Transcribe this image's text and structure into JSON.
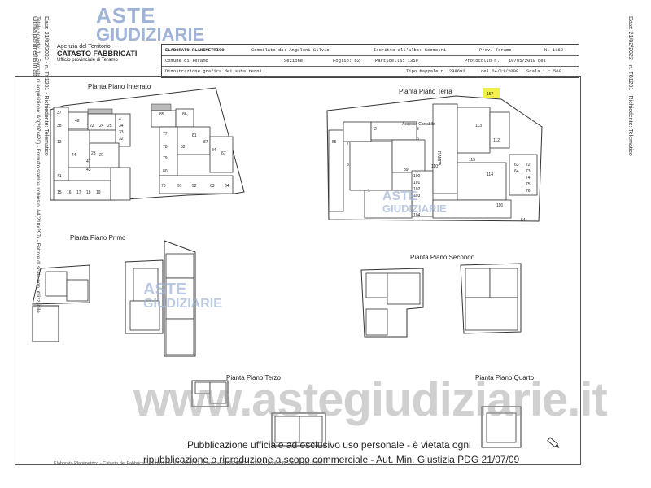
{
  "left_margin": {
    "line1": "Ultima planimetria in atti",
    "line2": "Data: 21/02/2022 - n. T81201 - Richiedente: Telematico",
    "line3": "Totale schede: 1 - Formato di acquisizione: A3(297x420) - Formato stampa richiesto: A4(210x297) - Fattore di scala non utilizzabile"
  },
  "right_margin": {
    "line1": "Data: 21/02/2022 - n. T81201 - Richiedente: Telematico"
  },
  "agency": {
    "line1": "Agenzia del Territorio",
    "line2": "CATASTO FABBRICATI",
    "line3": "Ufficio provinciale di Teramo"
  },
  "header": {
    "doc_type": "ELABORATO PLANIMETRICO",
    "compiled_label": "Compilato da: Angeloni Silvio",
    "register_label": "Iscritto all'albo: Geometri",
    "prov_label": "Prov. Teramo",
    "number_label": "N. 1162",
    "comune_label": "Comune di Teramo",
    "sezione_label": "Sezione:",
    "foglio_label": "Foglio: 62",
    "particella_label": "Particella: 1359",
    "protocollo_label": "Protocollo n.",
    "date_label": "10/05/2010",
    "del_label": "del",
    "dimostrazione_label": "Dimostrazione grafica dei subalterni",
    "tipo_label": "Tipo Mappale n. 298692",
    "tipo_date_label": "del 24/11/2009",
    "scala_label": "Scala 1 : 500"
  },
  "plans": {
    "interrato": "Pianta Piano Interrato",
    "terra": "Pianta Piano Terra",
    "primo": "Pianta Piano Primo",
    "secondo": "Pianta Piano Secondo",
    "terzo": "Pianta Piano Terzo",
    "quarto": "Pianta Piano Quarto"
  },
  "terra_labels": {
    "accesso": "Accesso Carrabile",
    "rampa": "RAMPA",
    "marker": "157"
  },
  "room_numbers": {
    "interrato_a": [
      "37",
      "48",
      "38",
      "22",
      "24",
      "25",
      "4",
      "34",
      "33",
      "32",
      "13",
      "44",
      "23",
      "21",
      "47",
      "43",
      "41",
      "15",
      "16",
      "17",
      "18",
      "19"
    ],
    "interrato_b": [
      "85",
      "86",
      "77",
      "78",
      "79",
      "80",
      "82",
      "81",
      "84",
      "87",
      "67",
      "70",
      "91",
      "92",
      "63",
      "64"
    ],
    "terra": [
      "55",
      "7",
      "3",
      "2",
      "5",
      "8",
      "1",
      "39",
      "110",
      "100",
      "101",
      "102",
      "103",
      "104",
      "113",
      "112",
      "114",
      "115",
      "116",
      "54",
      "72",
      "73",
      "74",
      "75",
      "76",
      "63",
      "64"
    ]
  },
  "watermark": {
    "small_line1": "ASTE",
    "small_line2": "GIUDIZIARIE",
    "big": "www.astegiudiziarie.it"
  },
  "notice": {
    "line1": "Pubblicazione ufficiale ad esclusivo uso personale - è vietata ogni",
    "line2": "ripubblicazione o riproduzione a scopo commerciale - Aut. Min. Giustizia PDG 21/07/09"
  },
  "footer": {
    "text": "Elaborato Planimetrico - Catasto dei Fabbricati - Situazione al 21/02/2022 - Comune di TERAMO (L103) - < Foglio: 62 - Particella: 1359 >"
  },
  "colors": {
    "watermark_blue": "#9fb4d6",
    "watermark_gold": "#e7c98d",
    "marker_yellow": "#f2f04a"
  }
}
